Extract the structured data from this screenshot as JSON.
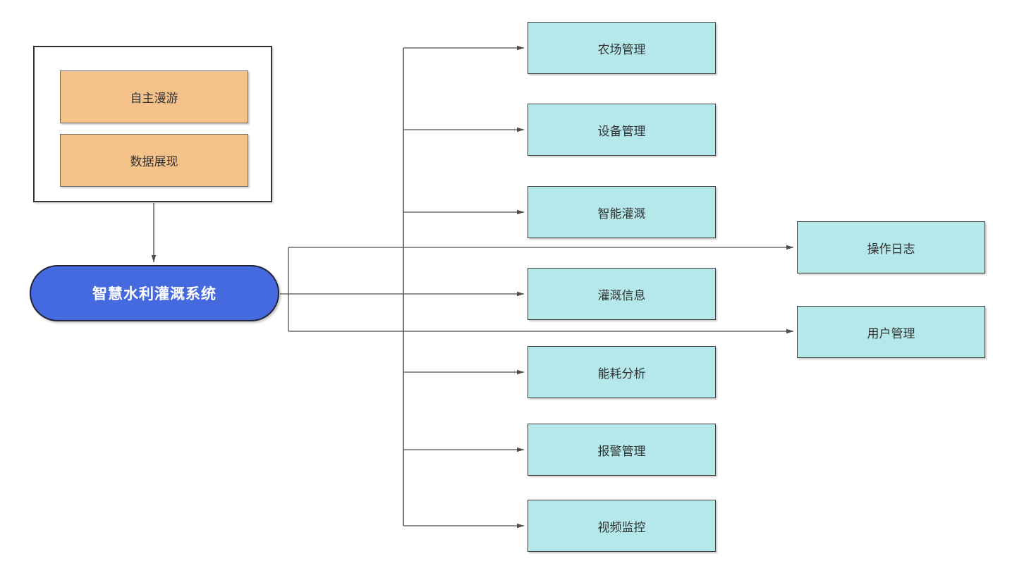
{
  "diagram": {
    "overview_group": {
      "items": [
        {
          "label": "自主漫游"
        },
        {
          "label": "数据展现"
        }
      ]
    },
    "root": {
      "label": "智慧水利灌溉系统"
    },
    "modules": [
      {
        "label": "农场管理"
      },
      {
        "label": "设备管理"
      },
      {
        "label": "智能灌溉"
      },
      {
        "label": "灌溉信息"
      },
      {
        "label": "能耗分析"
      },
      {
        "label": "报警管理"
      },
      {
        "label": "视频监控"
      }
    ],
    "side_modules": [
      {
        "label": "操作日志"
      },
      {
        "label": "用户管理"
      }
    ],
    "colors": {
      "root_fill": "#4569de",
      "module_fill": "#b5e8ea",
      "overview_fill": "#f5c28a",
      "connector": "#4d4d4d",
      "background": "#ffffff"
    }
  }
}
